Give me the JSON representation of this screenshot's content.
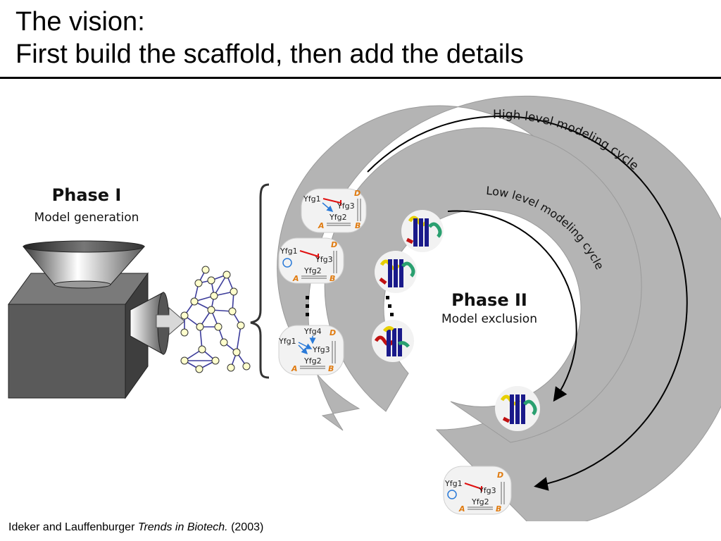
{
  "title": {
    "line1": "The vision:",
    "line2": "First build the scaffold, then add the details"
  },
  "phase1": {
    "title": "Phase I",
    "subtitle": "Model generation"
  },
  "phase2": {
    "title": "Phase II",
    "subtitle": "Model exclusion"
  },
  "cycles": {
    "high": "High level modeling cycle",
    "low": "Low level modeling cycle"
  },
  "models": {
    "model1": {
      "n1": "Yfg1",
      "n2": "Yfg3",
      "n3": "Yfg2",
      "a": "A",
      "b": "B",
      "d": "D"
    },
    "model2": {
      "n1": "Yfg1",
      "n2": "Yfg3",
      "n3": "Yfg2",
      "a": "A",
      "b": "B",
      "d": "D"
    },
    "model3": {
      "n1": "Yfg1",
      "n2": "Yfg3",
      "n3": "Yfg2",
      "n4": "Yfg4",
      "a": "A",
      "b": "B",
      "d": "D"
    },
    "model4": {
      "n1": "Yfg1",
      "n2": "Yfg3",
      "n3": "Yfg2",
      "a": "A",
      "b": "B",
      "d": "D"
    }
  },
  "citation": {
    "authors": "Ideker and Lauffenburger",
    "journal": "Trends in Biotech.",
    "year": "(2003)"
  },
  "colors": {
    "ring_gray": "#b4b4b4",
    "box_dark": "#555555",
    "network_blue": "#3b3b9a",
    "label_orange": "#e07b10",
    "inhibit_red": "#e01010",
    "activate_blue": "#2a7ad8"
  }
}
